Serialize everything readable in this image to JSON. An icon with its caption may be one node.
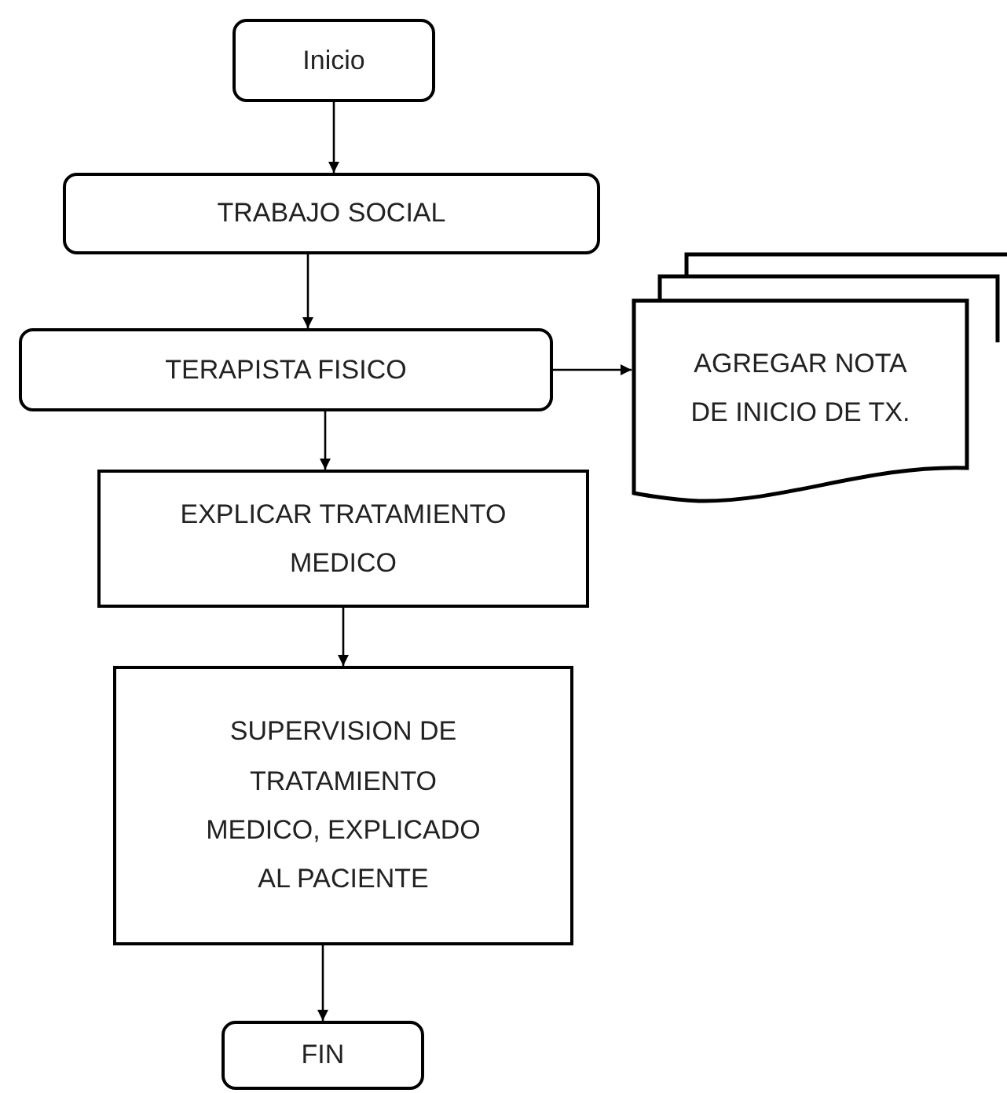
{
  "diagram": {
    "nodes": [
      {
        "text": [
          "Inicio"
        ]
      },
      {
        "text": [
          "TRABAJO SOCIAL"
        ]
      },
      {
        "text": [
          "TERAPISTA FISICO"
        ]
      },
      {
        "text": [
          "AGREGAR NOTA DE INICIO DE TX."
        ]
      },
      {
        "text": [
          "EXPLICAR TRATAMIENTO MEDICO"
        ]
      },
      {
        "text": [
          "SUPERVISION DE TRATAMIENTO MEDICO, EXPLICADO AL PACIENTE"
        ]
      },
      {
        "text": [
          "FIN"
        ]
      }
    ],
    "edges": [
      {
        "from": 0,
        "to": 1,
        "arrow": "to"
      },
      {
        "from": 1,
        "to": 2,
        "arrow": "to"
      },
      {
        "from": 2,
        "to": 3,
        "arrow": "to"
      },
      {
        "from": 2,
        "to": 4,
        "arrow": "to"
      },
      {
        "from": 4,
        "to": 5,
        "arrow": "to"
      },
      {
        "from": 5,
        "to": 6,
        "arrow": "to"
      }
    ]
  }
}
